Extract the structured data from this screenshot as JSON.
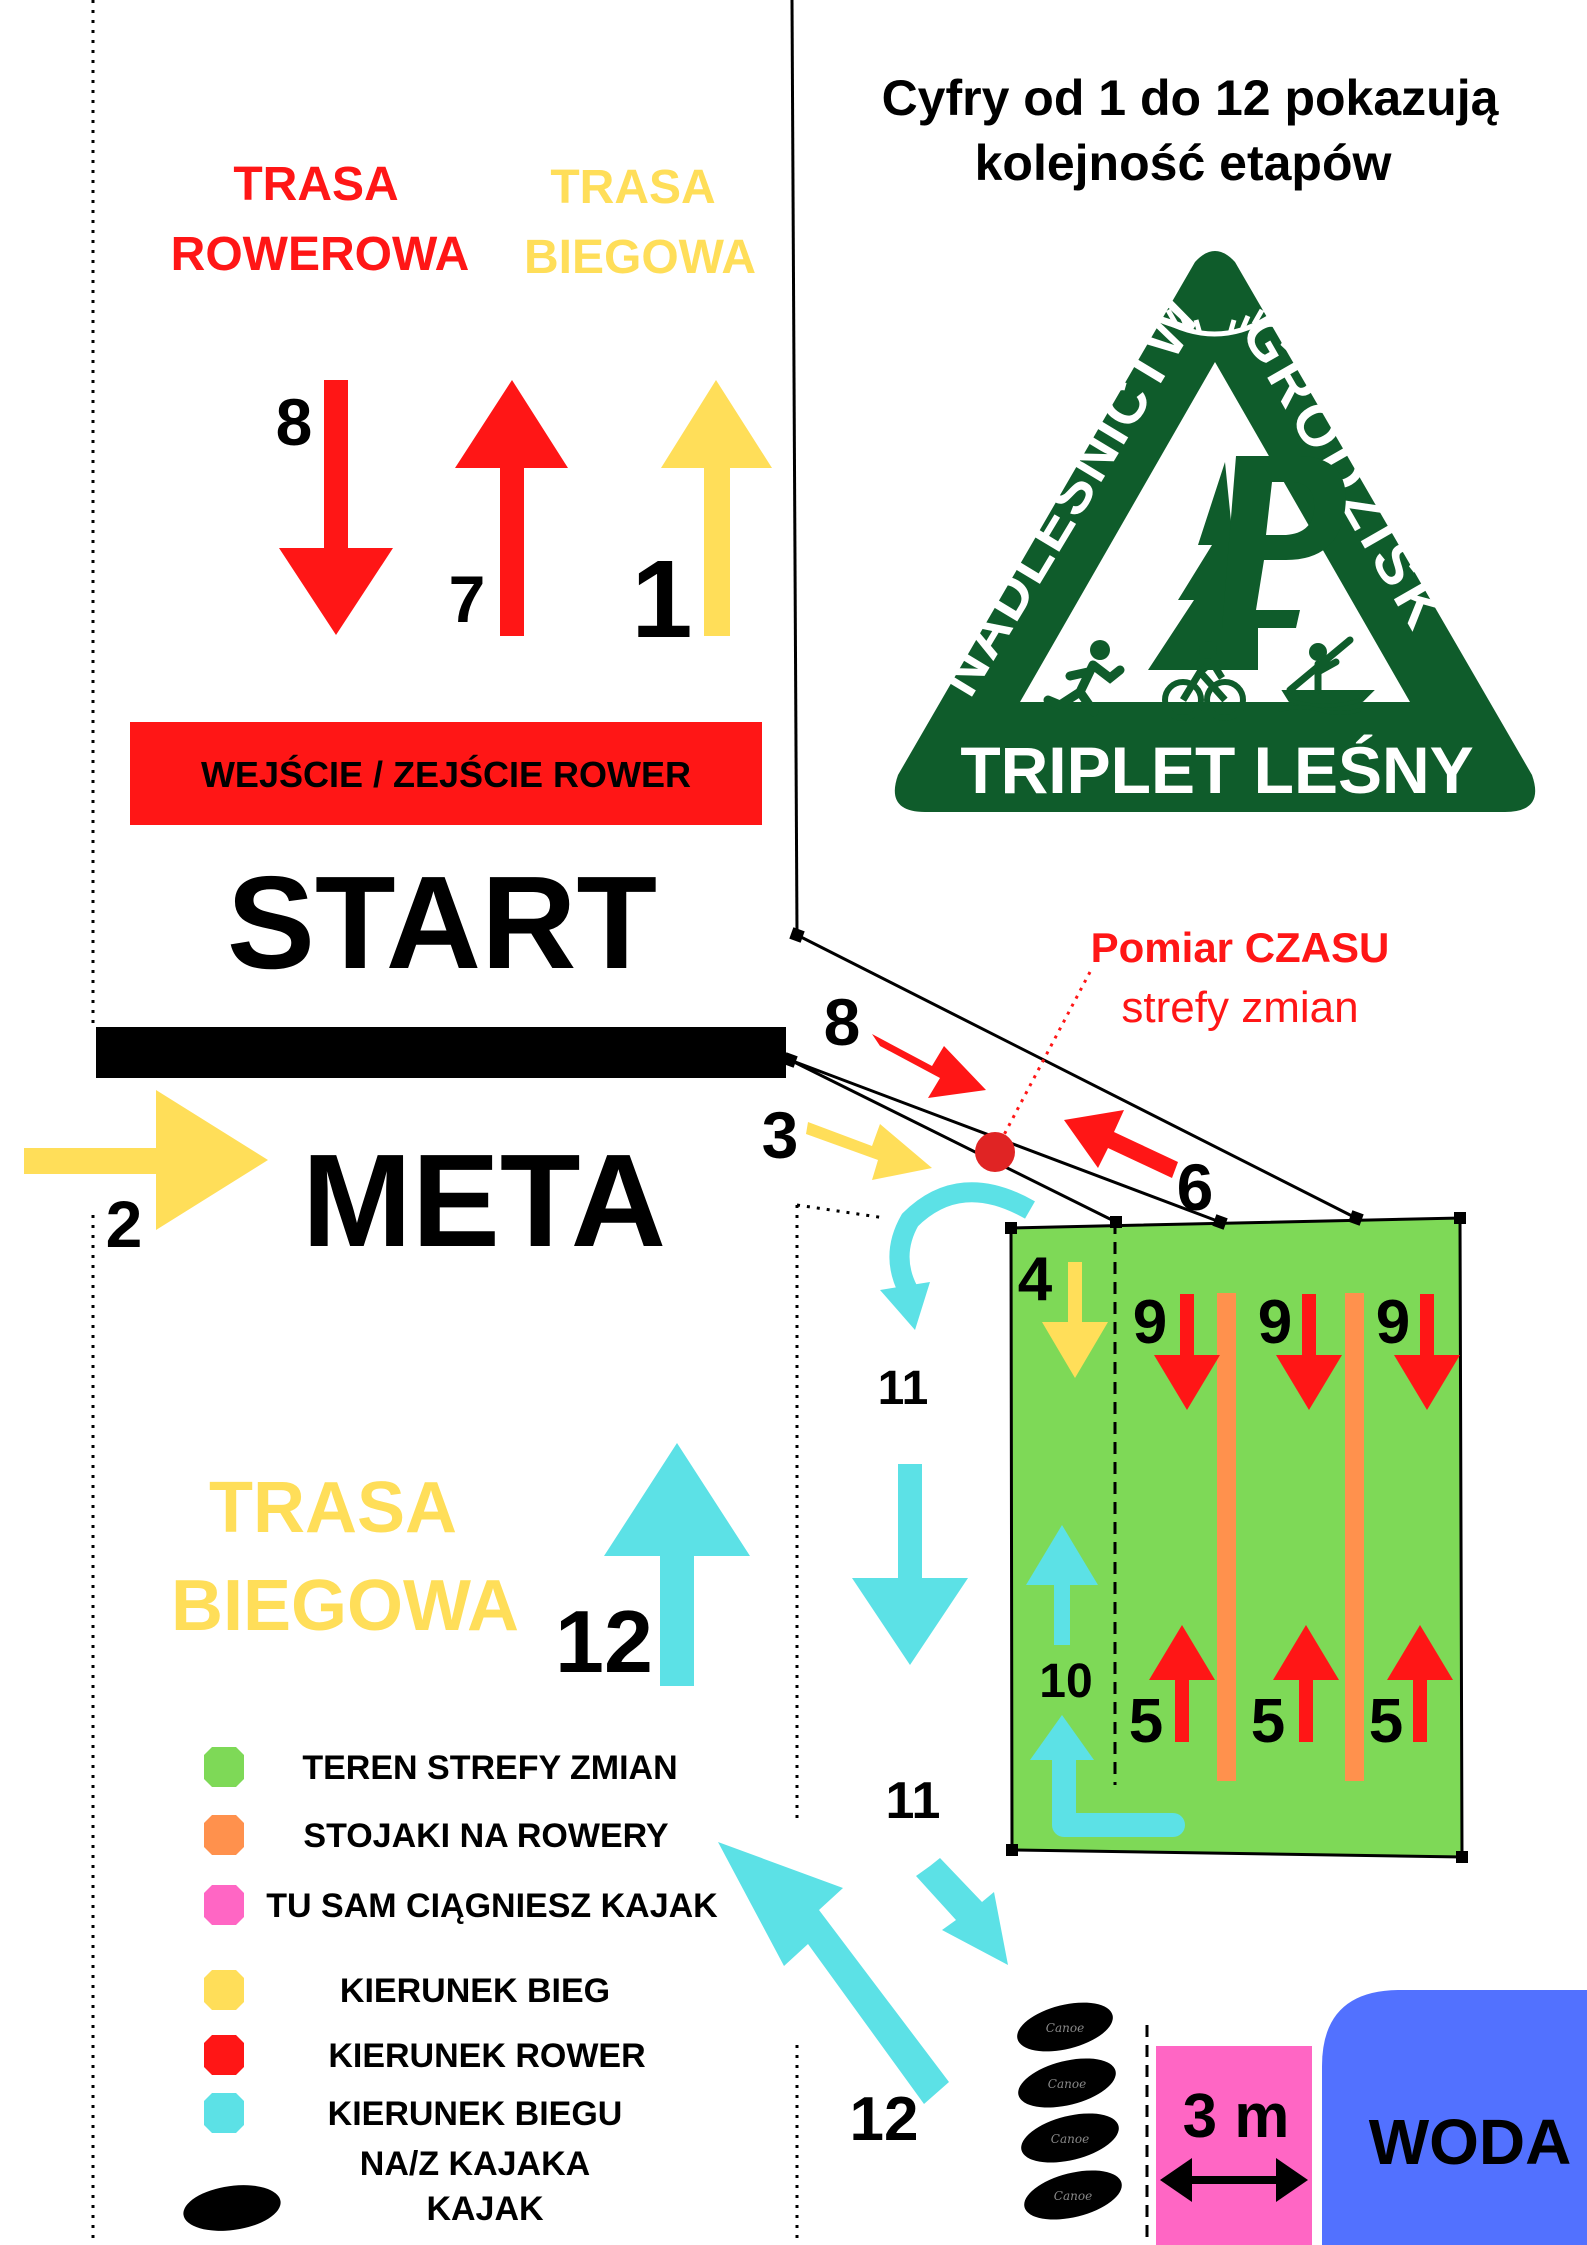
{
  "header": {
    "line1": "Cyfry od 1 do 12 pokazują",
    "line2": "kolejność etapów"
  },
  "logo": {
    "ring_left": "NADLEŚNICTWO",
    "ring_right": "GRODZISK",
    "banner": "TRIPLET LEŚNY"
  },
  "labels": {
    "trasa_rowerowa_1": "TRASA",
    "trasa_rowerowa_2": "ROWEROWA",
    "trasa_biegowa_top_1": "TRASA",
    "trasa_biegowa_top_2": "BIEGOWA",
    "wejscie": "WEJŚCIE / ZEJŚCIE ROWER",
    "start": "START",
    "meta": "META",
    "pomiar_1": "Pomiar CZASU",
    "pomiar_2": "strefy zmian",
    "trasa_biegowa_bottom_1": "TRASA",
    "trasa_biegowa_bottom_2": "BIEGOWA",
    "woda": "WODA",
    "three_m": "3 m",
    "kajak_brand": "Canoe"
  },
  "stage_numbers": {
    "n8_top": "8",
    "n7": "7",
    "n1": "1",
    "n2": "2",
    "n8_mid": "8",
    "n3": "3",
    "n6": "6",
    "n4": "4",
    "n9a": "9",
    "n9b": "9",
    "n9c": "9",
    "n11_top": "11",
    "n12_left": "12",
    "n10": "10",
    "n5a": "5",
    "n5b": "5",
    "n5c": "5",
    "n11_bottom": "11",
    "n12_bottom": "12"
  },
  "legend": [
    {
      "label": "TEREN STREFY ZMIAN",
      "color": "#7ED957",
      "shape": "octagon"
    },
    {
      "label": "STOJAKI NA ROWERY",
      "color": "#FF914D",
      "shape": "octagon"
    },
    {
      "label": "TU SAM CIĄGNIESZ KAJAK",
      "color": "#FF66C4",
      "shape": "octagon"
    },
    {
      "label": "KIERUNEK BIEG",
      "color": "#FFDE59",
      "shape": "octagon"
    },
    {
      "label": "KIERUNEK ROWER",
      "color": "#FF1616",
      "shape": "octagon"
    },
    {
      "label": "KIERUNEK BIEGU NA/Z KAJAKA",
      "color": "#5CE1E6",
      "shape": "octagon"
    },
    {
      "label": "KAJAK",
      "color": "#000000",
      "shape": "kayak-icon"
    }
  ],
  "colors": {
    "red": "#FF1616",
    "yellow": "#FFDE59",
    "cyan": "#5CE1E6",
    "green_zone": "#7ED957",
    "orange_rack": "#FF914D",
    "pink": "#FF66C4",
    "water": "#5271FF",
    "logo_green": "#0F5C2B",
    "black": "#000000"
  }
}
